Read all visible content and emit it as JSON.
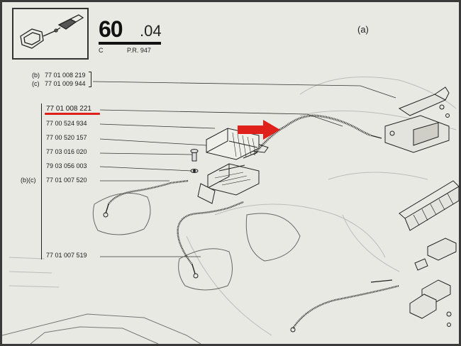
{
  "header": {
    "section_number": "60",
    "section_suffix": ".04",
    "model_code": "C",
    "reference": "P.R. 947",
    "view_label": "(a)"
  },
  "part_groups": {
    "top": [
      {
        "tag": "(b)",
        "part_number": "77 01 008 219"
      },
      {
        "tag": "(c)",
        "part_number": "77 01 009 944"
      }
    ],
    "main": [
      {
        "part_number": "77 01 008 221",
        "highlighted": true
      },
      {
        "part_number": "77 00 524 934"
      },
      {
        "part_number": "77 00 520 157"
      },
      {
        "part_number": "77 03 016 020"
      },
      {
        "part_number": "79 03 056 003"
      },
      {
        "tag": "(b)(c)",
        "part_number": "77 01 007 520"
      },
      {
        "part_number": "77 01 007 519"
      }
    ]
  },
  "annotation": {
    "arrow_color": "#e0201b",
    "underline_color": "#e0201b"
  }
}
